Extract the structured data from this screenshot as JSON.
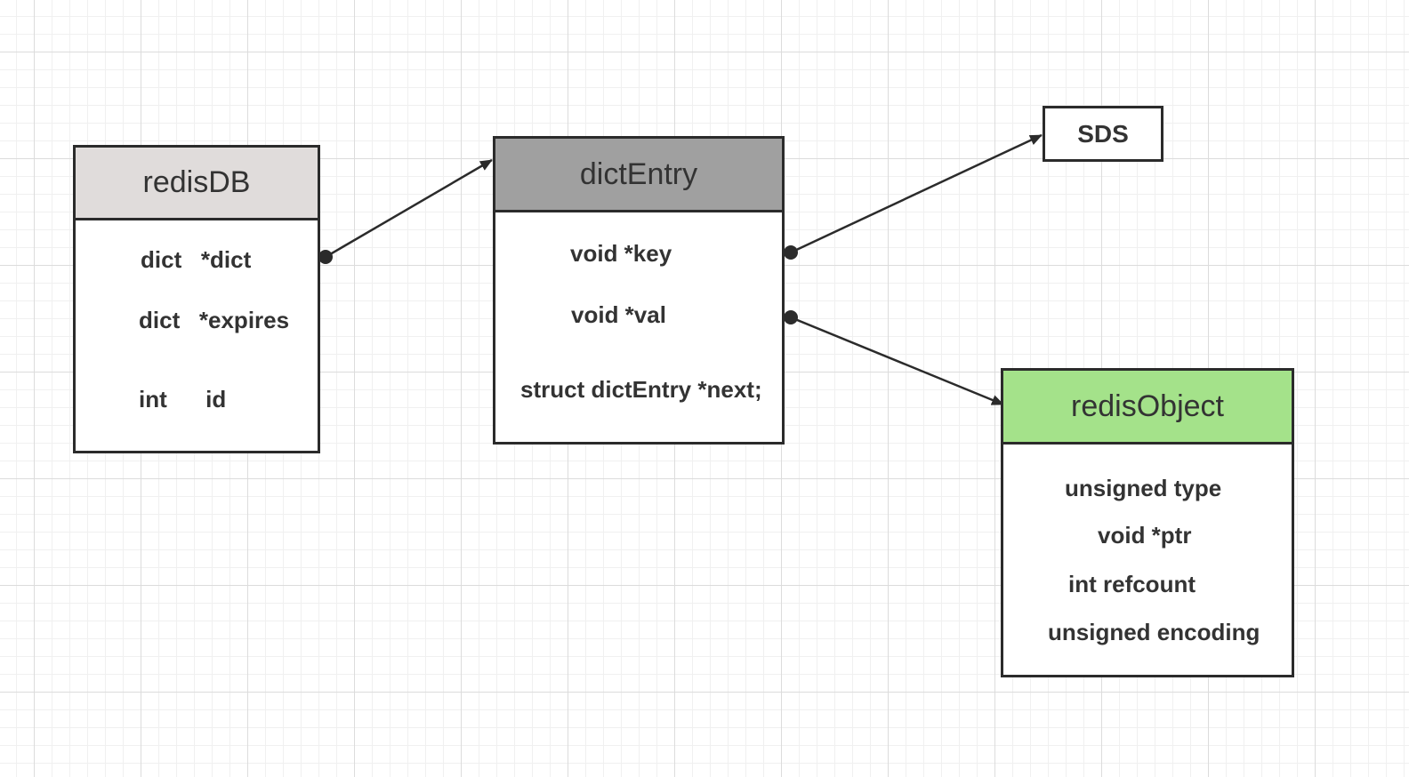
{
  "redisdb": {
    "title": "redisDB",
    "header_color": "#e0dcdb",
    "fields": [
      "dict   *dict",
      "dict   *expires",
      "int      id"
    ]
  },
  "dictentry": {
    "title": "dictEntry",
    "header_color": "#a0a0a0",
    "fields": [
      "void *key",
      "void *val",
      "struct dictEntry *next;"
    ]
  },
  "sds": {
    "title": "SDS"
  },
  "redisobject": {
    "title": "redisObject",
    "header_color": "#a4e28a",
    "fields": [
      "unsigned type",
      "void *ptr",
      "int refcount",
      "unsigned encoding"
    ]
  },
  "connectors": [
    {
      "from": "redisDB.dict",
      "to": "dictEntry"
    },
    {
      "from": "dictEntry.key",
      "to": "SDS"
    },
    {
      "from": "dictEntry.val",
      "to": "redisObject"
    }
  ],
  "colors": {
    "border": "#2b2b2b",
    "text": "#333333",
    "grid": "#dcdcdc"
  }
}
